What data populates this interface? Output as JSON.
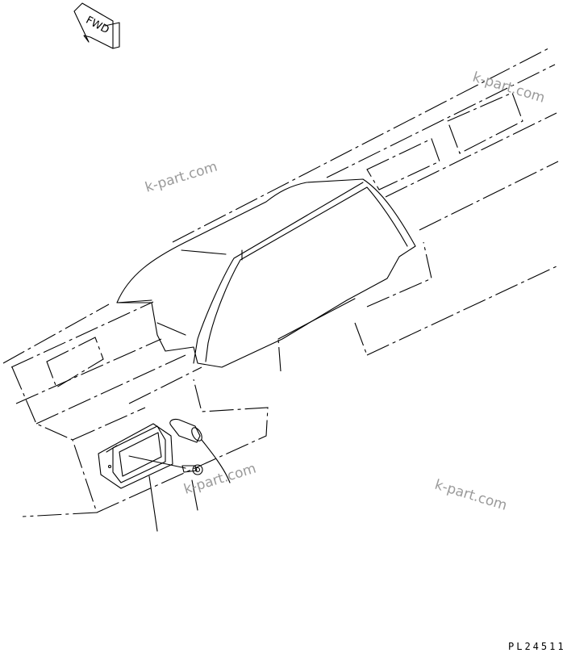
{
  "diagram": {
    "direction_label": "FWD",
    "drawing_code": "PL24511",
    "watermarks": [
      "k-part.com",
      "k-part.com",
      "k-part.com",
      "k-part.com"
    ]
  }
}
